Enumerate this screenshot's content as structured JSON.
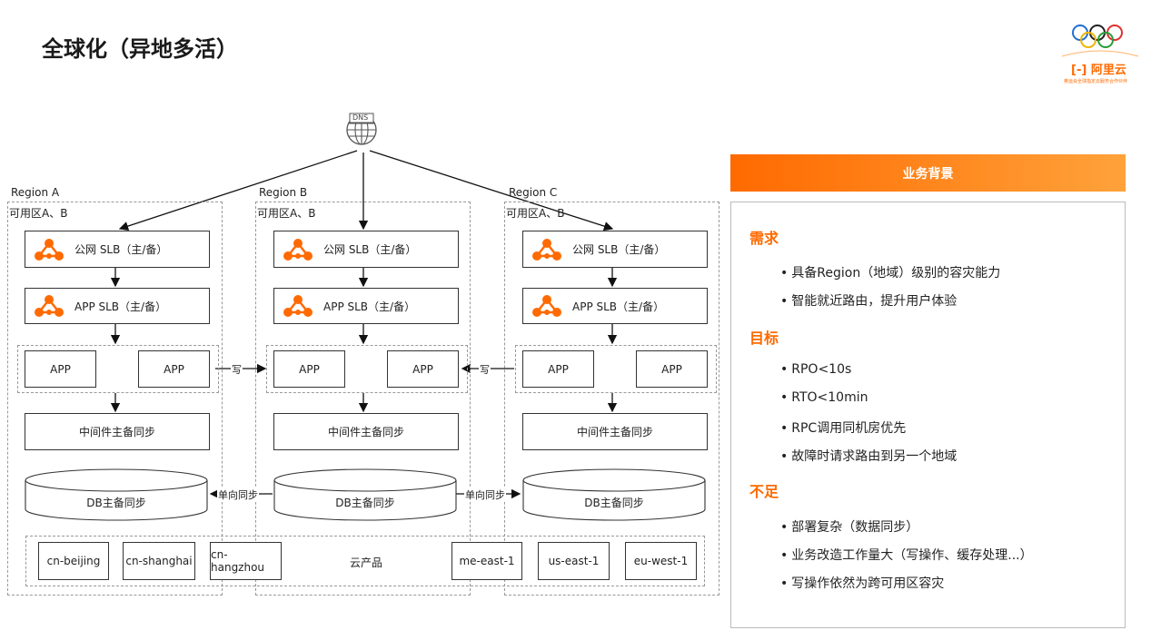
{
  "title": "全球化（异地多活）",
  "logo": {
    "icon": "olympic-rings",
    "brand": "阿里云",
    "tagline": "奥运会全球指定云服务合作伙伴"
  },
  "dns": {
    "label": "DNS",
    "icon": "globe-icon"
  },
  "regions": [
    {
      "name": "Region A",
      "zone": "可用区A、B",
      "public_slb": "公网 SLB（主/备）",
      "app_slb": "APP SLB（主/备）",
      "app1": "APP",
      "app2": "APP",
      "middleware": "中间件主备同步",
      "db": "DB主备同步"
    },
    {
      "name": "Region B",
      "zone": "可用区A、B",
      "public_slb": "公网 SLB（主/备）",
      "app_slb": "APP SLB（主/备）",
      "app1": "APP",
      "app2": "APP",
      "middleware": "中间件主备同步",
      "db": "DB主备同步"
    },
    {
      "name": "Region C",
      "zone": "可用区A、B",
      "public_slb": "公网 SLB（主/备）",
      "app_slb": "APP SLB（主/备）",
      "app1": "APP",
      "app2": "APP",
      "middleware": "中间件主备同步",
      "db": "DB主备同步"
    }
  ],
  "edges": {
    "write_ab": "写",
    "write_cb": "写",
    "sync_ba": "单向同步",
    "sync_bc": "单向同步"
  },
  "cloud": {
    "label": "云产品",
    "products": [
      "cn-beijing",
      "cn-shanghai",
      "cn-hangzhou",
      "me-east-1",
      "us-east-1",
      "eu-west-1"
    ]
  },
  "panel": {
    "header": "业务背景",
    "sections": [
      {
        "heading": "需求",
        "bullets": [
          "具备Region（地域）级别的容灾能力",
          "智能就近路由，提升用户体验"
        ]
      },
      {
        "heading": "目标",
        "bullets": [
          "RPO<10s",
          "RTO<10min",
          "RPC调用同机房优先",
          "故障时请求路由到另一个地域"
        ]
      },
      {
        "heading": "不足",
        "bullets": [
          "部署复杂（数据同步）",
          "业务改造工作量大（写操作、缓存处理...）",
          "写操作依然为跨可用区容灾"
        ]
      }
    ]
  },
  "colors": {
    "accent": "#ff6a00",
    "accent_light": "#ffa23a"
  }
}
